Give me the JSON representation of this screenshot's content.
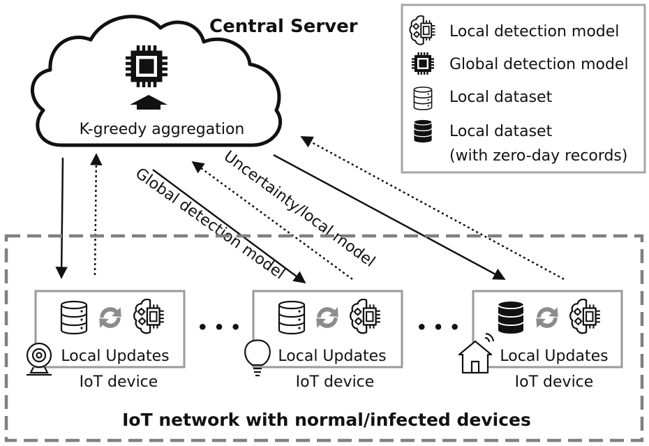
{
  "server": {
    "title": "Central Server",
    "aggregation_label": "K-greedy aggregation"
  },
  "legend": {
    "items": [
      {
        "icon": "local-model-icon",
        "label": "Local detection model"
      },
      {
        "icon": "global-model-icon",
        "label": "Global detection model"
      },
      {
        "icon": "dataset-outline-icon",
        "label": "Local dataset"
      },
      {
        "icon": "dataset-filled-icon",
        "label": "Local dataset",
        "sub_label": "(with zero-day records)"
      }
    ]
  },
  "arrows": {
    "down_label": "Global detection model",
    "up_label": "Uncertainty/local model"
  },
  "devices": [
    {
      "icon": "webcam-icon",
      "updates_label": "Local Updates",
      "caption": "IoT device",
      "dataset": "outline"
    },
    {
      "icon": "lightbulb-icon",
      "updates_label": "Local Updates",
      "caption": "IoT device",
      "dataset": "outline"
    },
    {
      "icon": "smart-home-icon",
      "updates_label": "Local Updates",
      "caption": "IoT device",
      "dataset": "filled"
    }
  ],
  "ellipsis": "• • •",
  "network": {
    "title": "IoT network with normal/infected devices"
  },
  "colors": {
    "box_border": "#9a9a9a",
    "network_border": "#808080",
    "sync_icon": "#8c8c8c",
    "ink": "#111111"
  }
}
